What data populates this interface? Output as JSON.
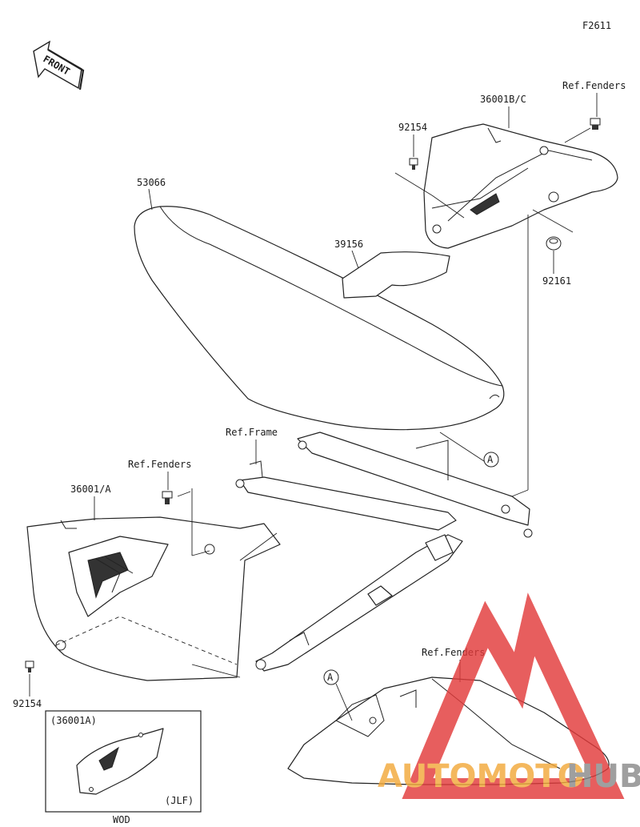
{
  "figure_id": "F2611",
  "front_label": "FRONT",
  "labels": {
    "seat": "53066",
    "seat_pad": "39156",
    "side_cover_right": "36001B/C",
    "side_cover_left": "36001/A",
    "bolt_upper": "92154",
    "bolt_lower": "92154",
    "collar": "92161",
    "ref_fenders_top": "Ref.Fenders",
    "ref_fenders_mid": "Ref.Fenders",
    "ref_fenders_bottom": "Ref.Fenders",
    "ref_frame": "Ref.Frame",
    "marker_a": "A"
  },
  "inset": {
    "part_label": "(36001A)",
    "region_label": "(JLF)",
    "footer": "WOD"
  },
  "watermark": {
    "text_orange": "AUTOMOTO",
    "text_gray": "HUB",
    "colors": {
      "red": "#e23b3b",
      "orange": "#f2a93b",
      "gray": "#8a8a8a"
    }
  }
}
